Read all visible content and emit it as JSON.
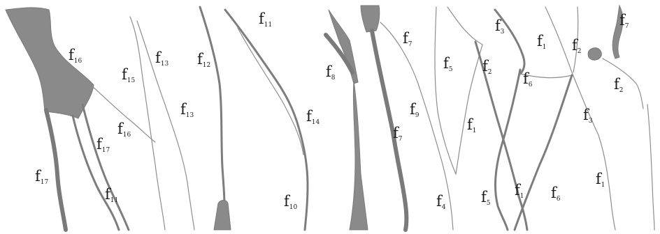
{
  "labels": [
    {
      "id": "f16",
      "base": "f",
      "sub": "16"
    },
    {
      "id": "f15",
      "base": "f",
      "sub": "15"
    },
    {
      "id": "f13a",
      "base": "f",
      "sub": "13"
    },
    {
      "id": "f12",
      "base": "f",
      "sub": "12"
    },
    {
      "id": "f13b",
      "base": "f",
      "sub": "13"
    },
    {
      "id": "f11top",
      "base": "f",
      "sub": "11"
    },
    {
      "id": "f14",
      "base": "f",
      "sub": "14"
    },
    {
      "id": "f16b",
      "base": "f",
      "sub": "16"
    },
    {
      "id": "f17a",
      "base": "f",
      "sub": "17"
    },
    {
      "id": "f17b",
      "base": "f",
      "sub": "17"
    },
    {
      "id": "f11bot",
      "base": "f",
      "sub": "11"
    },
    {
      "id": "f10",
      "base": "f",
      "sub": "10"
    },
    {
      "id": "f8",
      "base": "f",
      "sub": "8"
    },
    {
      "id": "f7a",
      "base": "f",
      "sub": "7"
    },
    {
      "id": "f5a",
      "base": "f",
      "sub": "5"
    },
    {
      "id": "f2a",
      "base": "f",
      "sub": "2"
    },
    {
      "id": "f9",
      "base": "f",
      "sub": "9"
    },
    {
      "id": "f7b",
      "base": "f",
      "sub": "7"
    },
    {
      "id": "f1a",
      "base": "f",
      "sub": "1"
    },
    {
      "id": "f4a",
      "base": "f",
      "sub": "4"
    },
    {
      "id": "f5b",
      "base": "f",
      "sub": "5"
    },
    {
      "id": "f1b",
      "base": "f",
      "sub": "1"
    },
    {
      "id": "f6a",
      "base": "f",
      "sub": "6"
    },
    {
      "id": "f3a",
      "base": "f",
      "sub": "3"
    },
    {
      "id": "f1c",
      "base": "f",
      "sub": "1"
    },
    {
      "id": "f2b",
      "base": "f",
      "sub": "2"
    },
    {
      "id": "f6b",
      "base": "f",
      "sub": "6"
    },
    {
      "id": "f3b",
      "base": "f",
      "sub": "3"
    },
    {
      "id": "f2c",
      "base": "f",
      "sub": "2"
    },
    {
      "id": "f1d",
      "base": "f",
      "sub": "1"
    }
  ]
}
